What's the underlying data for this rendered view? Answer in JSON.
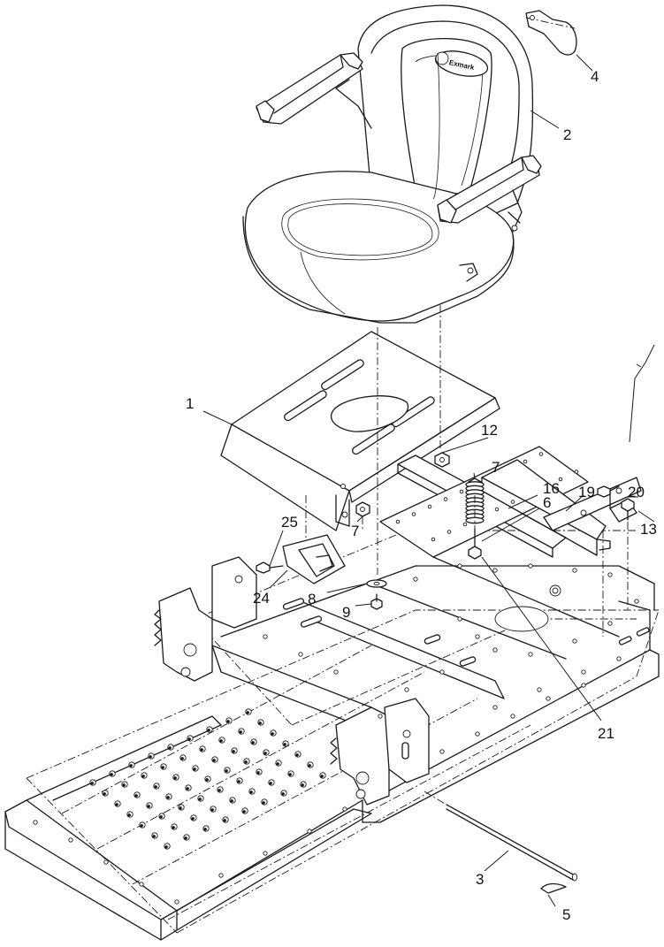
{
  "diagram": {
    "logo_text": "Exmark",
    "callouts": [
      {
        "id": "c1",
        "label": "1"
      },
      {
        "id": "c2",
        "label": "2"
      },
      {
        "id": "c3",
        "label": "3"
      },
      {
        "id": "c4",
        "label": "4"
      },
      {
        "id": "c5",
        "label": "5"
      },
      {
        "id": "c6",
        "label": "6"
      },
      {
        "id": "c7a",
        "label": "7"
      },
      {
        "id": "c7b",
        "label": "7"
      },
      {
        "id": "c8",
        "label": "8"
      },
      {
        "id": "c9",
        "label": "9"
      },
      {
        "id": "c12",
        "label": "12"
      },
      {
        "id": "c13",
        "label": "13"
      },
      {
        "id": "c16",
        "label": "16"
      },
      {
        "id": "c19",
        "label": "19"
      },
      {
        "id": "c20",
        "label": "20"
      },
      {
        "id": "c21",
        "label": "21"
      },
      {
        "id": "c24",
        "label": "24"
      },
      {
        "id": "c25",
        "label": "25"
      }
    ]
  }
}
